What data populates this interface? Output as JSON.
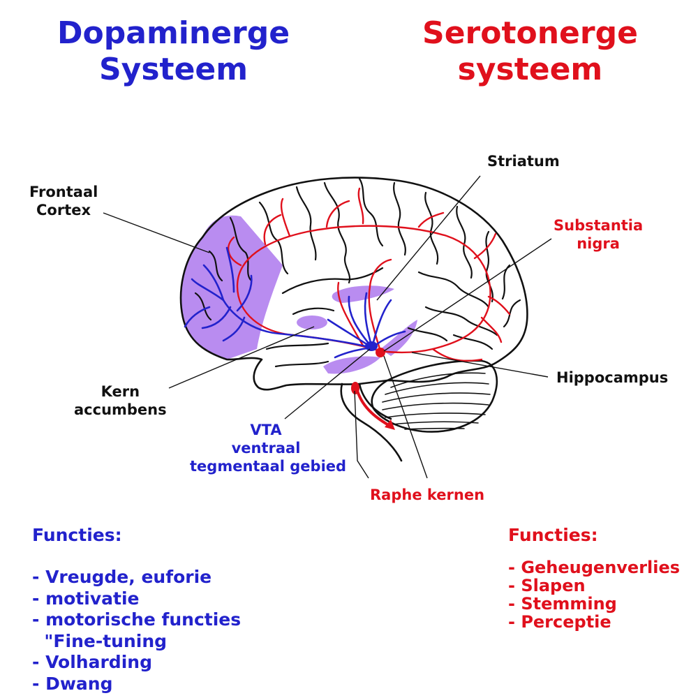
{
  "titles": {
    "dopaminergic": [
      "Dopaminerge",
      "Systeem"
    ],
    "serotonergic": [
      "Serotonerge",
      "systeem"
    ]
  },
  "labels": {
    "frontal_cortex": [
      "Frontaal",
      "Cortex"
    ],
    "striatum": "Striatum",
    "substantia_nigra": [
      "Substantia",
      "nigra"
    ],
    "hippocampus": "Hippocampus",
    "kern_accumbens": [
      "Kern",
      "accumbens"
    ],
    "vta": [
      "VTA",
      "ventraal",
      "tegmentaal gebied"
    ],
    "raphe": "Raphe kernen"
  },
  "functions": {
    "dopaminergic": {
      "heading": "Functies:",
      "items": [
        "- Vreugde, euforie",
        "- motivatie",
        "- motorische functies",
        "  \"Fine-tuning",
        "- Volharding",
        "- Dwang"
      ]
    },
    "serotonergic": {
      "heading": "Functies:",
      "items": [
        "- Geheugenverlies",
        "- Slapen",
        "- Stemming",
        "- Perceptie"
      ]
    }
  },
  "colors": {
    "dopamine": "#2222cc",
    "serotonin": "#e0101c",
    "region_highlight": "#b98cf0",
    "outline": "#111111"
  }
}
